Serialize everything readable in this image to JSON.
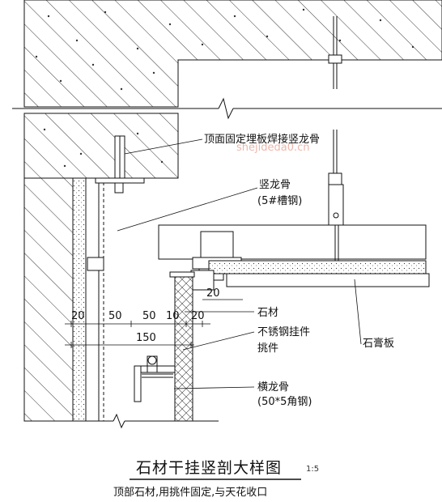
{
  "drawing": {
    "dimensions": [
      "20",
      "50",
      "50",
      "10",
      "20",
      "20",
      "150"
    ],
    "labels": {
      "anchor_plate": "顶面固定埋板焊接竖龙骨",
      "vertical_keel": "竖龙骨",
      "vertical_keel_spec": "(5#槽钢)",
      "stone": "石材",
      "stainless_hanger": "不锈钢挂件",
      "hanger_piece": "挑件",
      "horizontal_keel": "横龙骨",
      "horizontal_keel_spec": "(50*5角钢)",
      "gypsum_board": "石膏板"
    },
    "watermark": "shejideda0.cn",
    "title": "石材干挂竖剖大样图",
    "scale": "1:5",
    "note": "顶部石材,用挑件固定,与天花收口"
  },
  "colors": {
    "line": "#111111",
    "watermark": "#e8a090"
  }
}
